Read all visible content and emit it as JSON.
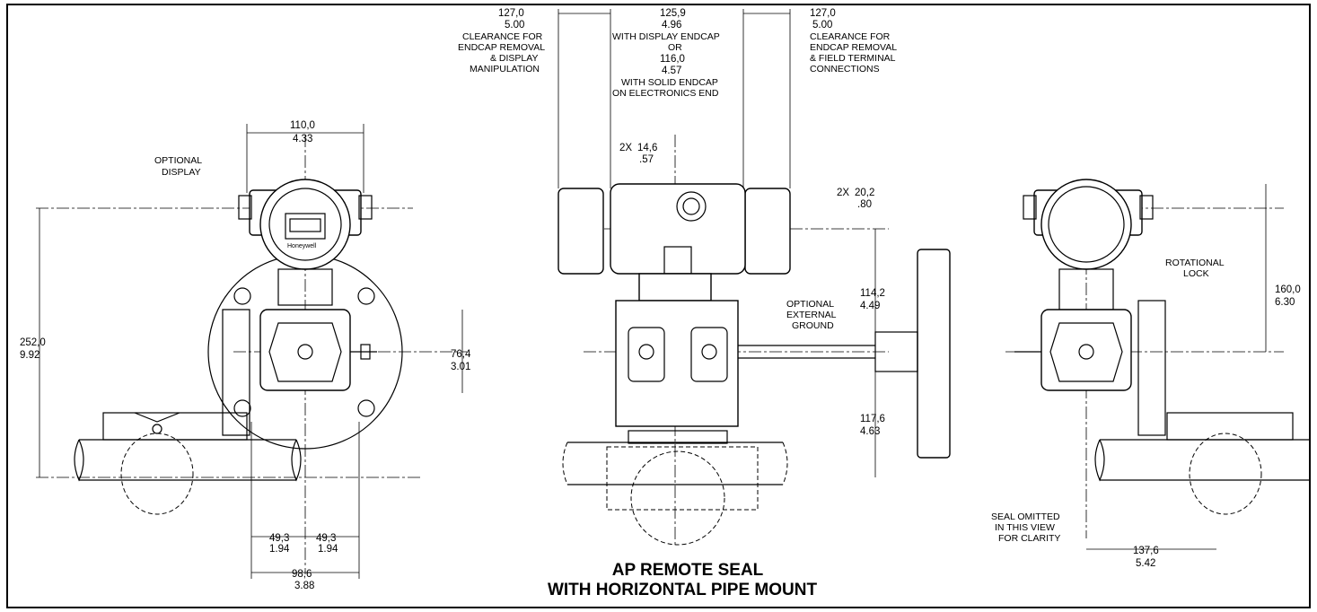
{
  "title": {
    "line1": "AP REMOTE SEAL",
    "line2": "WITH HORIZONTAL PIPE MOUNT"
  },
  "front_view": {
    "width_mm": "110,0",
    "width_in": "4.33",
    "height_mm": "252,0",
    "height_in": "9.92",
    "body_mm": "76,4",
    "body_in": "3.01",
    "left_offset_mm": "49,3",
    "left_offset_in": "1.94",
    "right_offset_mm": "49,3",
    "right_offset_in": "1.94",
    "bracket_mm": "98,6",
    "bracket_in": "3.88",
    "display_note": [
      "OPTIONAL",
      "DISPLAY"
    ]
  },
  "side_view": {
    "left_clear_mm": "127,0",
    "left_clear_in": "5.00",
    "left_clear_note": [
      "CLEARANCE FOR",
      "ENDCAP REMOVAL",
      "& DISPLAY",
      "MANIPULATION"
    ],
    "center_mm": "125,9",
    "center_in": "4.96",
    "center_note": [
      "WITH DISPLAY ENDCAP",
      "OR"
    ],
    "center_alt_mm": "116,0",
    "center_alt_in": "4.57",
    "center_alt_note": [
      "WITH SOLID ENDCAP",
      "ON ELECTRONICS END"
    ],
    "right_clear_mm": "127,0",
    "right_clear_in": "5.00",
    "right_clear_note": [
      "CLEARANCE FOR",
      "ENDCAP REMOVAL",
      "& FIELD TERMINAL",
      "CONNECTIONS"
    ],
    "conduit_label": "2X",
    "conduit_mm": "14,6",
    "conduit_in": ".57",
    "conduit2_label": "2X",
    "conduit2_mm": "20,2",
    "conduit2_in": ".80",
    "upper_mm": "114,2",
    "upper_in": "4.49",
    "lower_mm": "117,6",
    "lower_in": "4.63",
    "ground_note": [
      "OPTIONAL",
      "EXTERNAL",
      "GROUND"
    ]
  },
  "rear_view": {
    "height_mm": "160,0",
    "height_in": "6.30",
    "offset_mm": "137,6",
    "offset_in": "5.42",
    "lock_note": [
      "ROTATIONAL",
      "LOCK"
    ],
    "seal_note": [
      "SEAL OMITTED",
      "IN THIS VIEW",
      "FOR CLARITY"
    ]
  },
  "logo_text": "Honeywell"
}
